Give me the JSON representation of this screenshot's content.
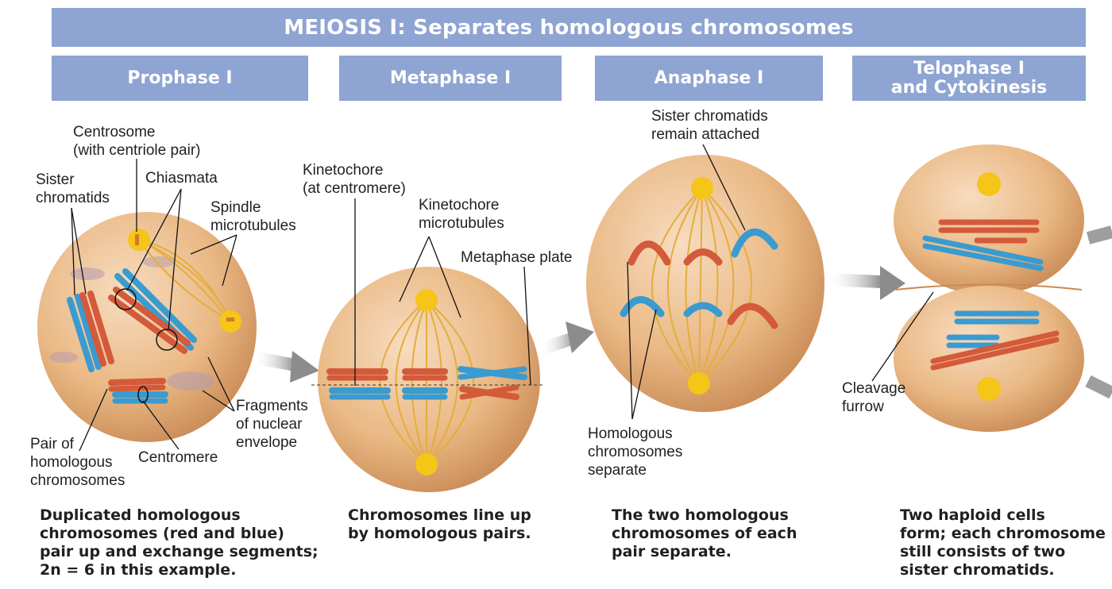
{
  "title": "MEIOSIS I: Separates homologous chromosomes",
  "phases": [
    {
      "name": "Prophase I"
    },
    {
      "name": "Metaphase I"
    },
    {
      "name": "Anaphase I"
    },
    {
      "name": "Telophase I\nand Cytokinesis"
    }
  ],
  "labels": {
    "centrosome": "Centrosome\n(with centriole pair)",
    "sister_chromatids": "Sister\nchromatids",
    "chiasmata": "Chiasmata",
    "spindle_microtubules": "Spindle\nmicrotubules",
    "fragments_nuclear_envelope": "Fragments\nof nuclear\nenvelope",
    "pair_homologous": "Pair of\nhomologous\nchromosomes",
    "centromere": "Centromere",
    "kinetochore": "Kinetochore\n(at centromere)",
    "kinetochore_microtubules": "Kinetochore\nmicrotubules",
    "metaphase_plate": "Metaphase plate",
    "sister_remain_attached": "Sister chromatids\nremain attached",
    "homologous_separate": "Homologous\nchromosomes\nseparate",
    "cleavage_furrow": "Cleavage\nfurrow"
  },
  "captions": {
    "prophase": "Duplicated homologous\nchromosomes (red and blue)\npair up and exchange segments;\n2n = 6 in this example.",
    "metaphase": "Chromosomes line up\nby homologous pairs.",
    "anaphase": "The two homologous\nchromosomes of each\npair separate.",
    "telophase": "Two haploid cells\nform; each chromosome\nstill consists of two\nsister chromatids."
  },
  "colors": {
    "banner": "#8ea4d2",
    "cell": "#eab985",
    "maternal_chromosome": "#d35a3a",
    "paternal_chromosome": "#3a9bd0",
    "spindle": "#e3ae3c",
    "centrosome": "#f5c518",
    "arrow": "#9e9e9e"
  }
}
